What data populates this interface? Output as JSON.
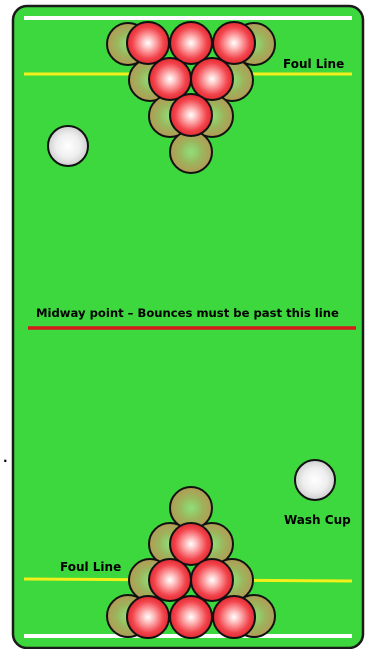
{
  "labels": {
    "foul_line_top": "Foul Line",
    "foul_line_bottom": "Foul Line",
    "midway": "Midway point – Bounces must be past this line",
    "wash_cup": "Wash Cup",
    "side_mark": "."
  },
  "cups": {
    "top_rack": {
      "rows_full": 4,
      "red_cups": 6,
      "olive_cups": 10
    },
    "bottom_rack": {
      "rows_full": 4,
      "red_cups": 6,
      "olive_cups": 10
    },
    "wash_cups": 2
  },
  "colors": {
    "table": "#3dd83d",
    "table_border": "#1a1a1a",
    "end_line": "#ffffff",
    "foul_line": "#f2ef1a",
    "midway_line": "#d41a1a",
    "red_cup": "#f2434b",
    "olive_cup": "#a4a85a",
    "wash_cup": "#e8e8e8"
  }
}
